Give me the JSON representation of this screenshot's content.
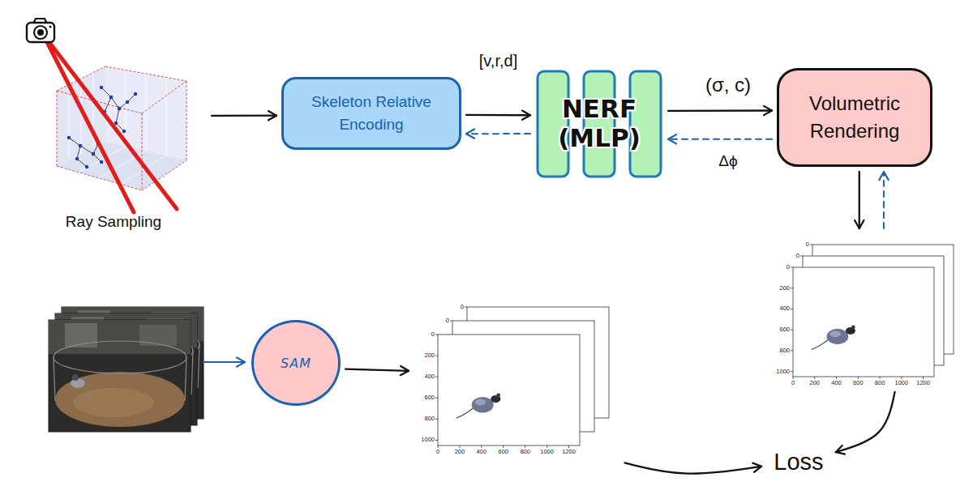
{
  "diagram": {
    "nodes": [
      {
        "text": [
          "Ray Sampling"
        ]
      },
      {
        "text": [
          "Skeleton Relative Encoding"
        ]
      },
      {
        "text": [
          "NERF (MLP)"
        ]
      },
      {
        "text": [
          "Volumetric Rendering"
        ]
      },
      {
        "text": [
          "0",
          "0",
          "0",
          "200",
          "400",
          "600",
          "800",
          "1000",
          "0",
          "200",
          "400",
          "600",
          "800",
          "1000",
          "1200"
        ]
      },
      {
        "text": [
          "SAM"
        ]
      },
      {
        "text": [
          "0",
          "0",
          "0",
          "200",
          "400",
          "600",
          "800",
          "1000",
          "0",
          "200",
          "400",
          "600",
          "800",
          "1000",
          "1200"
        ]
      },
      {
        "text": [
          "Loss"
        ]
      }
    ],
    "edges": [
      {
        "from": 0,
        "to": 1,
        "arrow": "to"
      },
      {
        "from": 1,
        "to": 2,
        "arrow": "to",
        "label": "[v,r,d]"
      },
      {
        "from": 2,
        "to": 1,
        "arrow": "to"
      },
      {
        "from": 2,
        "to": 3,
        "arrow": "to",
        "label": "(σ, c)"
      },
      {
        "from": 3,
        "to": 2,
        "arrow": "to",
        "label": "Δϕ"
      },
      {
        "from": 3,
        "to": 4,
        "arrow": "to"
      },
      {
        "from": 4,
        "to": 3,
        "arrow": "to"
      },
      {
        "from": 5,
        "to": 6,
        "arrow": "to"
      },
      {
        "from": 6,
        "to": 7,
        "arrow": "to"
      },
      {
        "from": 4,
        "to": 7,
        "arrow": "to"
      }
    ]
  }
}
